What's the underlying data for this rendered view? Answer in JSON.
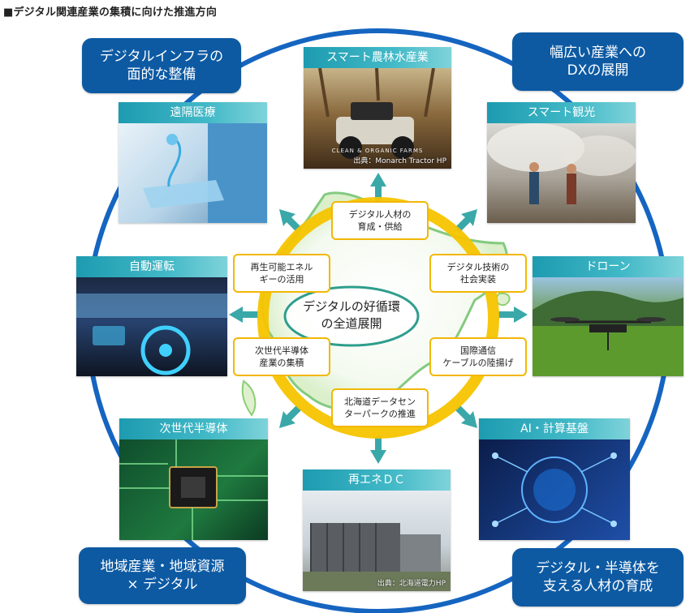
{
  "title": "■デジタル関連産業の集積に向けた推進方向",
  "corners": {
    "top_left": [
      "デジタルインフラの",
      "面的な整備"
    ],
    "top_right": [
      "幅広い産業への",
      "DXの展開"
    ],
    "bottom_left": [
      "地域産業・地域資源",
      "× デジタル"
    ],
    "bottom_right": [
      "デジタル・半導体を",
      "支える人材の育成"
    ]
  },
  "center": [
    "デジタルの好循環",
    "の全道展開"
  ],
  "themes": {
    "t1": [
      "デジタル人材の",
      "育成・供給"
    ],
    "t2": [
      "デジタル技術の",
      "社会実装"
    ],
    "t3": [
      "国際通信",
      "ケーブルの陸揚げ"
    ],
    "t4": [
      "北海道データセン",
      "ターパークの推進"
    ],
    "t5": [
      "次世代半導体",
      "産業の集積"
    ],
    "t6": [
      "再生可能エネル",
      "ギーの活用"
    ]
  },
  "cards": {
    "agri": {
      "title": "スマート農林水産業",
      "credit": "出典：Monarch Tractor HP",
      "brand": "CLEAN & ORGANIC FARMS"
    },
    "medical": {
      "title": "遠隔医療"
    },
    "tourism": {
      "title": "スマート観光"
    },
    "auto": {
      "title": "自動運転"
    },
    "drone": {
      "title": "ドローン"
    },
    "semi": {
      "title": "次世代半導体"
    },
    "ai": {
      "title": "AI・計算基盤"
    },
    "dc": {
      "title": "再エネＤＣ",
      "credit": "出典：北海道電力HP"
    }
  },
  "colors": {
    "ring": "#1565c0",
    "pill": "#0d5aa3",
    "yellow_ring": "#f5c400",
    "arrow": "#3aa8a8",
    "center_ellipse": "#2e9e8e"
  }
}
